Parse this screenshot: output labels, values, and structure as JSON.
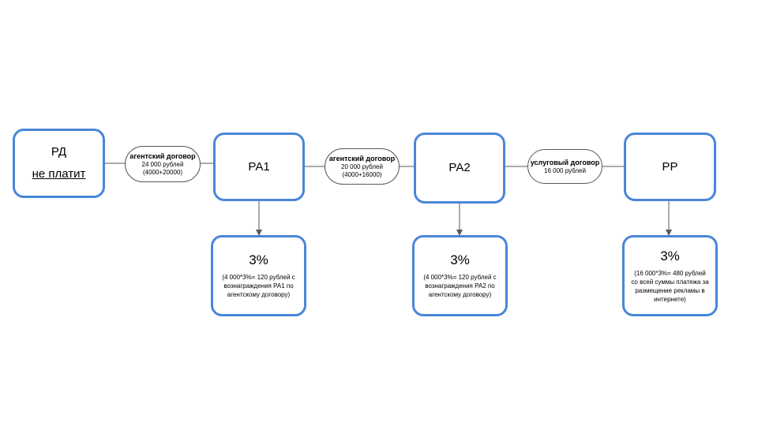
{
  "nodes": {
    "rd": {
      "title": "РД",
      "subtitle": "не платит"
    },
    "ra1": {
      "title": "РА1"
    },
    "ra2": {
      "title": "РА2"
    },
    "rr": {
      "title": "РР"
    }
  },
  "contracts": [
    {
      "title": "агентский договор",
      "amount": "24 000 рублей",
      "formula": "(4000+20000)"
    },
    {
      "title": "агентский договор",
      "amount": "20 000 рублей",
      "formula": "(4000+16000)"
    },
    {
      "title": "услуговый договор",
      "amount": "16 000 рублей",
      "formula": ""
    }
  ],
  "commissions": [
    {
      "value": "3%",
      "note": "(4 000*3%= 120 рублей с вознаграждения РА1 по агентскому договору)"
    },
    {
      "value": "3%",
      "note": "(4 000*3%= 120 рублей с вознаграждения РА2 по агентскому договору)"
    },
    {
      "value": "3%",
      "note": "(16 000*3%= 480 рублей со всей суммы платежа за размещение рекламы в интернете)"
    }
  ],
  "colors": {
    "box_border": "#4a86d8",
    "connector": "#595959"
  }
}
